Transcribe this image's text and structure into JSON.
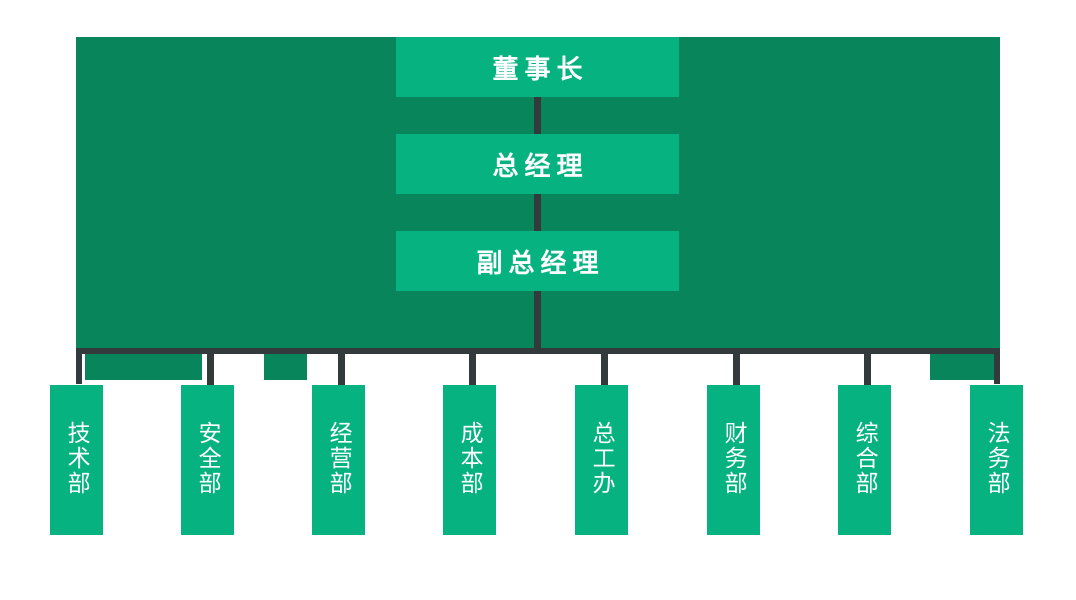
{
  "chart_data": {
    "type": "diagram",
    "subtype": "organizational-chart",
    "orientation": "top-down",
    "title": "",
    "colors": {
      "backdrop_dark_green": "#08855B",
      "node_light_green": "#05B280",
      "connector_gray": "#333A3B",
      "node_text": "#FFFFFF",
      "page_background": "#FFFFFF"
    },
    "levels": [
      {
        "level": 1,
        "nodes": [
          "董事长"
        ]
      },
      {
        "level": 2,
        "nodes": [
          "总经理"
        ]
      },
      {
        "level": 3,
        "nodes": [
          "副总经理"
        ]
      },
      {
        "level": 4,
        "nodes": [
          "技术部",
          "安全部",
          "经营部",
          "成本部",
          "总工办",
          "财务部",
          "综合部",
          "法务部"
        ]
      }
    ],
    "edges": [
      {
        "from": "董事长",
        "to": "总经理"
      },
      {
        "from": "总经理",
        "to": "副总经理"
      },
      {
        "from": "副总经理",
        "to": "技术部"
      },
      {
        "from": "副总经理",
        "to": "安全部"
      },
      {
        "from": "副总经理",
        "to": "经营部"
      },
      {
        "from": "副总经理",
        "to": "成本部"
      },
      {
        "from": "副总经理",
        "to": "总工办"
      },
      {
        "from": "副总经理",
        "to": "财务部"
      },
      {
        "from": "副总经理",
        "to": "综合部"
      },
      {
        "from": "副总经理",
        "to": "法务部"
      }
    ]
  },
  "executives": {
    "chairman": "董事长",
    "general_manager": "总经理",
    "deputy_general_manager": "副总经理"
  },
  "departments": [
    {
      "label": "技术部"
    },
    {
      "label": "安全部"
    },
    {
      "label": "经营部"
    },
    {
      "label": "成本部"
    },
    {
      "label": "总工办"
    },
    {
      "label": "财务部"
    },
    {
      "label": "综合部"
    },
    {
      "label": "法务部"
    }
  ]
}
